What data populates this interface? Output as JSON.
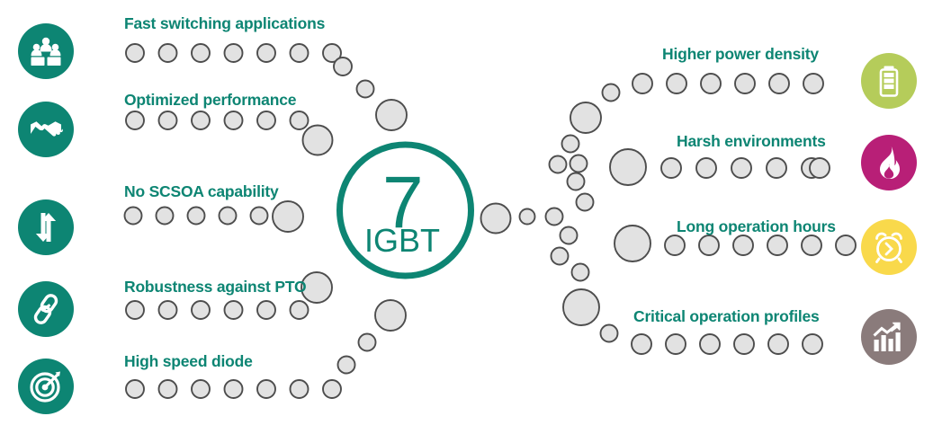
{
  "diagram": {
    "title": "IGBT 7 benefits diagram",
    "center": {
      "number": "7",
      "subtitle": "IGBT",
      "ring_color": "#0d8573"
    },
    "colors": {
      "teal": "#0d8573",
      "dot_fill": "#e2e2e2",
      "dot_stroke": "#4d4d4d",
      "badge_green": "#0d8573",
      "badge_lime": "#b5cc5a",
      "badge_magenta": "#b81f77",
      "badge_yellow": "#f9d94b",
      "badge_taupe": "#8a7b7b",
      "background": "#ffffff"
    }
  },
  "left_side": {
    "items": [
      {
        "label": "Fast switching applications",
        "icon": "team-presentation-icon",
        "badge_color": "#0d8573"
      },
      {
        "label": "Optimized performance",
        "icon": "handshake-icon",
        "badge_color": "#0d8573"
      },
      {
        "label": "No SCSOA capability",
        "icon": "up-down-arrows-icon",
        "badge_color": "#0d8573"
      },
      {
        "label": "Robustness against PTO",
        "icon": "chain-link-icon",
        "badge_color": "#0d8573"
      },
      {
        "label": "High speed diode",
        "icon": "target-arrow-icon",
        "badge_color": "#0d8573"
      }
    ]
  },
  "right_side": {
    "items": [
      {
        "label": "Higher power density",
        "icon": "battery-icon",
        "badge_color": "#b5cc5a"
      },
      {
        "label": "Harsh environments",
        "icon": "flame-icon",
        "badge_color": "#b81f77"
      },
      {
        "label": "Long operation hours",
        "icon": "alarm-clock-icon",
        "badge_color": "#f9d94b"
      },
      {
        "label": "Critical operation profiles",
        "icon": "growth-chart-icon",
        "badge_color": "#8a7b7b"
      }
    ]
  }
}
